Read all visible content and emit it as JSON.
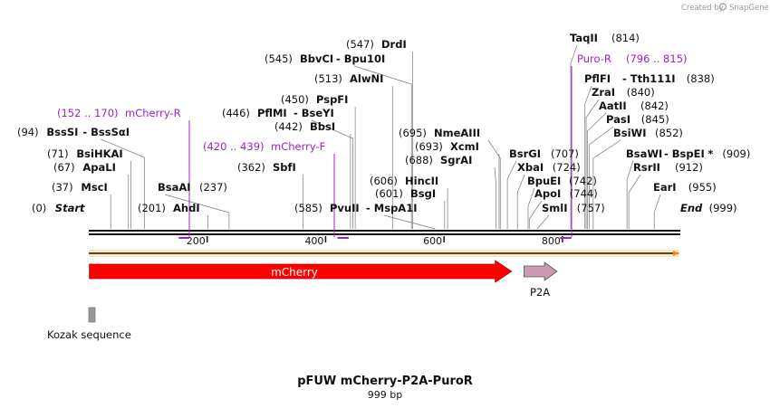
{
  "credit": {
    "text": "Created by",
    "brand": "SnapGene"
  },
  "plasmid": {
    "name": "pFUW mCherry-P2A-PuroR",
    "size_label": "999 bp",
    "length": 999
  },
  "colors": {
    "mcherry": "#ff0000",
    "p2a": "#cc99b3",
    "kozak": "#999999",
    "primer": "#a020c8",
    "ruler_highlight": "#f5b95a"
  },
  "ruler": {
    "ticks": [
      {
        "pos": 200,
        "label": "200"
      },
      {
        "pos": 400,
        "label": "400"
      },
      {
        "pos": 600,
        "label": "600"
      },
      {
        "pos": 800,
        "label": "800"
      }
    ]
  },
  "sites": [
    {
      "pos_label": "(0)",
      "name": "Start",
      "pos": 0,
      "italic": true
    },
    {
      "pos_label": "(37)",
      "name": "MscI",
      "pos": 37
    },
    {
      "pos_label": "(67)",
      "name": "ApaLI",
      "pos": 67
    },
    {
      "pos_label": "(71)",
      "name": "BsiHKAI",
      "pos": 71
    },
    {
      "pos_label": "(94)",
      "name": "BssSI",
      "name2": "BssSαI",
      "pos": 94
    },
    {
      "pos_label": "(201)",
      "name": "AhdI",
      "pos": 201
    },
    {
      "pos_label": "(237)",
      "name": "BsaAI",
      "pos": 237
    },
    {
      "pos_label": "(362)",
      "name": "SbfI",
      "pos": 362
    },
    {
      "pos_label": "(442)",
      "name": "BbsI",
      "pos": 442
    },
    {
      "pos_label": "(446)",
      "name": "PflMI",
      "name2": "BseYI",
      "pos": 446
    },
    {
      "pos_label": "(450)",
      "name": "PspFI",
      "pos": 450
    },
    {
      "pos_label": "(513)",
      "name": "AlwNI",
      "pos": 513
    },
    {
      "pos_label": "(545)",
      "name": "BbvCI",
      "name2": "Bpu10I",
      "pos": 545
    },
    {
      "pos_label": "(547)",
      "name": "DrdI",
      "pos": 547
    },
    {
      "pos_label": "(585)",
      "name": "PvuII",
      "name2": "MspA1I",
      "pos": 585
    },
    {
      "pos_label": "(601)",
      "name": "BsgI",
      "pos": 601
    },
    {
      "pos_label": "(606)",
      "name": "HincII",
      "pos": 606
    },
    {
      "pos_label": "(688)",
      "name": "SgrAI",
      "pos": 688
    },
    {
      "pos_label": "(693)",
      "name": "XcmI",
      "pos": 693
    },
    {
      "pos_label": "(695)",
      "name": "NmeAIII",
      "pos": 695
    },
    {
      "pos_label": "(707)",
      "name": "BsrGI",
      "pos": 707
    },
    {
      "pos_label": "(724)",
      "name": "XbaI",
      "pos": 724
    },
    {
      "pos_label": "(742)",
      "name": "BpuEI",
      "pos": 742
    },
    {
      "pos_label": "(744)",
      "name": "ApoI",
      "pos": 744
    },
    {
      "pos_label": "(757)",
      "name": "SmlI",
      "pos": 757
    },
    {
      "pos_label": "(814)",
      "name": "TaqII",
      "pos": 814
    },
    {
      "pos_label": "(838)",
      "name": "PflFI",
      "name2": "Tth111I",
      "pos": 838
    },
    {
      "pos_label": "(840)",
      "name": "ZraI",
      "pos": 840
    },
    {
      "pos_label": "(842)",
      "name": "AatII",
      "pos": 842
    },
    {
      "pos_label": "(845)",
      "name": "PasI",
      "pos": 845
    },
    {
      "pos_label": "(852)",
      "name": "BsiWI",
      "pos": 852
    },
    {
      "pos_label": "(909)",
      "name": "BsaWI",
      "name2": "BspEI",
      "star": "*",
      "pos": 909
    },
    {
      "pos_label": "(912)",
      "name": "RsrII",
      "pos": 912
    },
    {
      "pos_label": "(955)",
      "name": "EarI",
      "pos": 955
    },
    {
      "pos_label": "(999)",
      "name": "End",
      "pos": 999,
      "italic": true
    }
  ],
  "primers": [
    {
      "name": "mCherry-R",
      "range": "(152 .. 170)",
      "start": 152,
      "end": 170,
      "direction": "reverse"
    },
    {
      "name": "mCherry-F",
      "range": "(420 .. 439)",
      "start": 420,
      "end": 439,
      "direction": "forward"
    },
    {
      "name": "Puro-R",
      "range": "(796 .. 815)",
      "start": 796,
      "end": 815,
      "direction": "reverse"
    }
  ],
  "features": [
    {
      "name": "mCherry",
      "start": 1,
      "end": 711,
      "label_inside": true
    },
    {
      "name": "P2A",
      "start": 732,
      "end": 788,
      "label_inside": false
    },
    {
      "name": "Kozak sequence",
      "start": 1,
      "end": 10,
      "label_inside": false
    }
  ]
}
